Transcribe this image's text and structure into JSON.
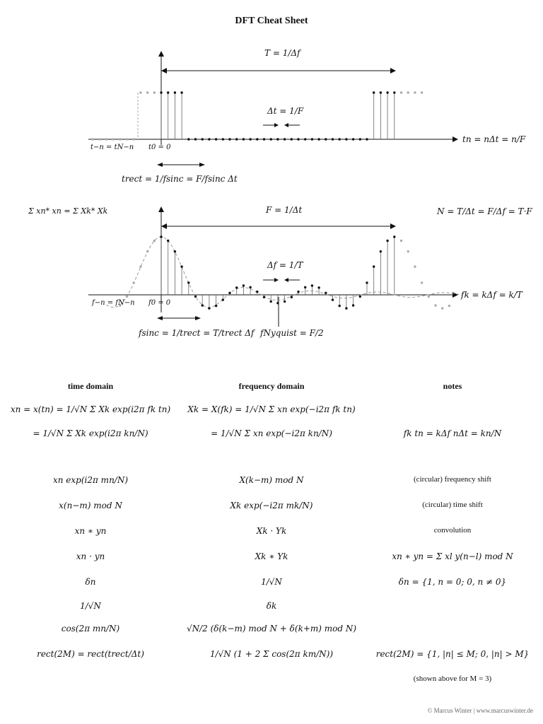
{
  "title": "DFT Cheat Sheet",
  "plot_time": {
    "period_label": "T = 1/Δf",
    "dt_label": "Δt = 1/F",
    "t_minus_label": "t−n = tN−n",
    "t0_label": "t0 = 0",
    "tn_label": "tn = nΔt = n/F",
    "trect_label": "trect = 1/fsinc = F/fsinc Δt"
  },
  "parseval": "Σ xn* xn = Σ Xk* Xk",
  "n_relation": "N = T/Δt = F/Δf = T·F",
  "plot_freq": {
    "F_label": "F = 1/Δt",
    "df_label": "Δf = 1/T",
    "f_minus_label": "f−n = fN−n",
    "f0_label": "f0 = 0",
    "fk_label": "fk = kΔf = k/T",
    "fsinc_label": "fsinc = 1/trect = T/trect Δf",
    "fnyq_label": "fNyquist = F/2"
  },
  "headers": {
    "time": "time domain",
    "freq": "frequency domain",
    "notes": "notes"
  },
  "table": [
    {
      "time": "xn = x(tn) = 1/√N Σ Xk exp(i2π fk tn)",
      "freq": "Xk = X(fk) = 1/√N Σ xn exp(−i2π fk tn)",
      "note": ""
    },
    {
      "time": "= 1/√N Σ Xk exp(i2π kn/N)",
      "freq": "= 1/√N Σ xn exp(−i2π kn/N)",
      "note": "fk tn = kΔf nΔt = kn/N"
    },
    {
      "time": "xn exp(i2π mn/N)",
      "freq": "X(k−m) mod N",
      "note": "(circular) frequency shift"
    },
    {
      "time": "x(n−m) mod N",
      "freq": "Xk exp(−i2π mk/N)",
      "note": "(circular) time shift"
    },
    {
      "time": "xn ∗ yn",
      "freq": "Xk · Yk",
      "note": "convolution"
    },
    {
      "time": "xn · yn",
      "freq": "Xk ∗ Yk",
      "note": "xn ∗ yn = Σ xl y(n−l) mod N"
    },
    {
      "time": "δn",
      "freq": "1/√N",
      "note": "δn = {1, n = 0; 0, n ≠ 0}"
    },
    {
      "time": "1/√N",
      "freq": "δk",
      "note": ""
    },
    {
      "time": "cos(2π mn/N)",
      "freq": "√N/2 (δ(k−m) mod N + δ(k+m) mod N)",
      "note": ""
    },
    {
      "time": "rect(2M) = rect(trect/Δt)",
      "freq": "1/√N (1 + 2 Σ cos(2π km/N))",
      "note": "rect(2M) = {1, |n| ≤ M; 0, |n| > M}"
    },
    {
      "time": "",
      "freq": "",
      "note": "(shown above for M = 3)"
    }
  ],
  "footer": "© Marcus Winter | www.marcuswinter.de"
}
